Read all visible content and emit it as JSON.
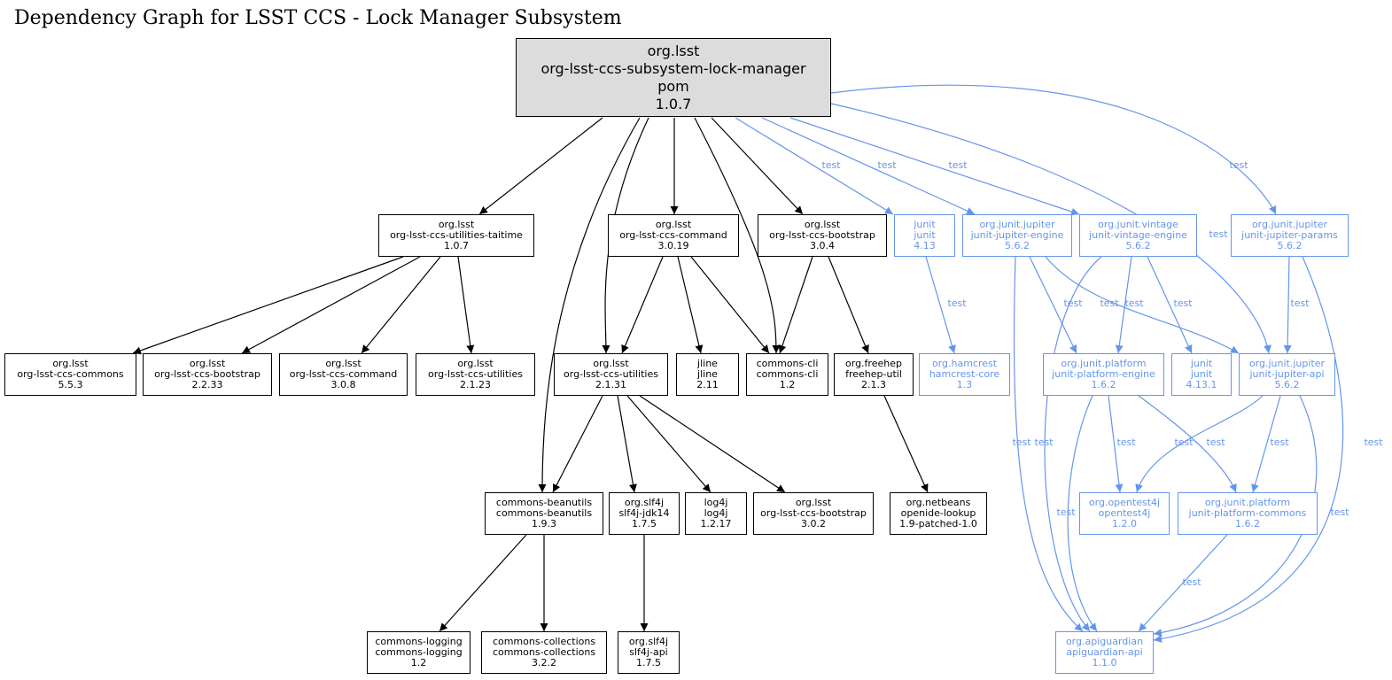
{
  "title": "Dependency Graph for LSST CCS - Lock Manager Subsystem",
  "colors": {
    "compile": "#000000",
    "test": "#6495ed",
    "root_fill": "#dcdcdc"
  },
  "edge_label_test": "test",
  "nodes": [
    {
      "id": "root",
      "lines": [
        "org.lsst",
        "org-lsst-ccs-subsystem-lock-manager",
        "pom",
        "1.0.7"
      ],
      "scope": "root"
    },
    {
      "id": "taitime",
      "lines": [
        "org.lsst",
        "org-lsst-ccs-utilities-taitime",
        "1.0.7"
      ],
      "scope": "compile"
    },
    {
      "id": "command3019",
      "lines": [
        "org.lsst",
        "org-lsst-ccs-command",
        "3.0.19"
      ],
      "scope": "compile"
    },
    {
      "id": "bootstrap304",
      "lines": [
        "org.lsst",
        "org-lsst-ccs-bootstrap",
        "3.0.4"
      ],
      "scope": "compile"
    },
    {
      "id": "junit413",
      "lines": [
        "junit",
        "junit",
        "4.13"
      ],
      "scope": "test"
    },
    {
      "id": "jupiterengine",
      "lines": [
        "org.junit.jupiter",
        "junit-jupiter-engine",
        "5.6.2"
      ],
      "scope": "test"
    },
    {
      "id": "vintageengine",
      "lines": [
        "org.junit.vintage",
        "junit-vintage-engine",
        "5.6.2"
      ],
      "scope": "test"
    },
    {
      "id": "jupiterparams",
      "lines": [
        "org.junit.jupiter",
        "junit-jupiter-params",
        "5.6.2"
      ],
      "scope": "test"
    },
    {
      "id": "commons553",
      "lines": [
        "org.lsst",
        "org-lsst-ccs-commons",
        "5.5.3"
      ],
      "scope": "compile"
    },
    {
      "id": "bootstrap2233",
      "lines": [
        "org.lsst",
        "org-lsst-ccs-bootstrap",
        "2.2.33"
      ],
      "scope": "compile"
    },
    {
      "id": "command308",
      "lines": [
        "org.lsst",
        "org-lsst-ccs-command",
        "3.0.8"
      ],
      "scope": "compile"
    },
    {
      "id": "utilities2123",
      "lines": [
        "org.lsst",
        "org-lsst-ccs-utilities",
        "2.1.23"
      ],
      "scope": "compile"
    },
    {
      "id": "utilities2131",
      "lines": [
        "org.lsst",
        "org-lsst-ccs-utilities",
        "2.1.31"
      ],
      "scope": "compile"
    },
    {
      "id": "jline",
      "lines": [
        "jline",
        "jline",
        "2.11"
      ],
      "scope": "compile"
    },
    {
      "id": "commonscli",
      "lines": [
        "commons-cli",
        "commons-cli",
        "1.2"
      ],
      "scope": "compile"
    },
    {
      "id": "freehep",
      "lines": [
        "org.freehep",
        "freehep-util",
        "2.1.3"
      ],
      "scope": "compile"
    },
    {
      "id": "hamcrest",
      "lines": [
        "org.hamcrest",
        "hamcrest-core",
        "1.3"
      ],
      "scope": "test"
    },
    {
      "id": "platformengine",
      "lines": [
        "org.junit.platform",
        "junit-platform-engine",
        "1.6.2"
      ],
      "scope": "test"
    },
    {
      "id": "junit4131",
      "lines": [
        "junit",
        "junit",
        "4.13.1"
      ],
      "scope": "test"
    },
    {
      "id": "jupiterapi",
      "lines": [
        "org.junit.jupiter",
        "junit-jupiter-api",
        "5.6.2"
      ],
      "scope": "test"
    },
    {
      "id": "beanutils",
      "lines": [
        "commons-beanutils",
        "commons-beanutils",
        "1.9.3"
      ],
      "scope": "compile"
    },
    {
      "id": "slf4jjdk14",
      "lines": [
        "org.slf4j",
        "slf4j-jdk14",
        "1.7.5"
      ],
      "scope": "compile"
    },
    {
      "id": "log4j",
      "lines": [
        "log4j",
        "log4j",
        "1.2.17"
      ],
      "scope": "compile"
    },
    {
      "id": "bootstrap302",
      "lines": [
        "org.lsst",
        "org-lsst-ccs-bootstrap",
        "3.0.2"
      ],
      "scope": "compile"
    },
    {
      "id": "openide",
      "lines": [
        "org.netbeans",
        "openide-lookup",
        "1.9-patched-1.0"
      ],
      "scope": "compile"
    },
    {
      "id": "opentest4j",
      "lines": [
        "org.opentest4j",
        "opentest4j",
        "1.2.0"
      ],
      "scope": "test"
    },
    {
      "id": "platformcommons",
      "lines": [
        "org.junit.platform",
        "junit-platform-commons",
        "1.6.2"
      ],
      "scope": "test"
    },
    {
      "id": "commonslogging",
      "lines": [
        "commons-logging",
        "commons-logging",
        "1.2"
      ],
      "scope": "compile"
    },
    {
      "id": "collections",
      "lines": [
        "commons-collections",
        "commons-collections",
        "3.2.2"
      ],
      "scope": "compile"
    },
    {
      "id": "slf4japi",
      "lines": [
        "org.slf4j",
        "slf4j-api",
        "1.7.5"
      ],
      "scope": "compile"
    },
    {
      "id": "apiguardian",
      "lines": [
        "org.apiguardian",
        "apiguardian-api",
        "1.1.0"
      ],
      "scope": "test"
    }
  ],
  "edges": [
    {
      "from": "root",
      "to": "taitime",
      "scope": "compile"
    },
    {
      "from": "root",
      "to": "command3019",
      "scope": "compile"
    },
    {
      "from": "root",
      "to": "bootstrap304",
      "scope": "compile"
    },
    {
      "from": "root",
      "to": "utilities2131",
      "scope": "compile"
    },
    {
      "from": "root",
      "to": "commonscli",
      "scope": "compile"
    },
    {
      "from": "root",
      "to": "beanutils",
      "scope": "compile"
    },
    {
      "from": "root",
      "to": "junit413",
      "scope": "test"
    },
    {
      "from": "root",
      "to": "jupiterengine",
      "scope": "test"
    },
    {
      "from": "root",
      "to": "vintageengine",
      "scope": "test"
    },
    {
      "from": "root",
      "to": "jupiterapi",
      "scope": "test"
    },
    {
      "from": "root",
      "to": "jupiterparams",
      "scope": "test"
    },
    {
      "from": "taitime",
      "to": "commons553",
      "scope": "compile"
    },
    {
      "from": "taitime",
      "to": "bootstrap2233",
      "scope": "compile"
    },
    {
      "from": "taitime",
      "to": "command308",
      "scope": "compile"
    },
    {
      "from": "taitime",
      "to": "utilities2123",
      "scope": "compile"
    },
    {
      "from": "command3019",
      "to": "utilities2131",
      "scope": "compile"
    },
    {
      "from": "command3019",
      "to": "jline",
      "scope": "compile"
    },
    {
      "from": "command3019",
      "to": "commonscli",
      "scope": "compile"
    },
    {
      "from": "bootstrap304",
      "to": "commonscli",
      "scope": "compile"
    },
    {
      "from": "bootstrap304",
      "to": "freehep",
      "scope": "compile"
    },
    {
      "from": "junit413",
      "to": "hamcrest",
      "scope": "test"
    },
    {
      "from": "jupiterengine",
      "to": "platformengine",
      "scope": "test"
    },
    {
      "from": "jupiterengine",
      "to": "jupiterapi",
      "scope": "test"
    },
    {
      "from": "jupiterengine",
      "to": "apiguardian",
      "scope": "test"
    },
    {
      "from": "vintageengine",
      "to": "platformengine",
      "scope": "test"
    },
    {
      "from": "vintageengine",
      "to": "junit4131",
      "scope": "test"
    },
    {
      "from": "vintageengine",
      "to": "apiguardian",
      "scope": "test"
    },
    {
      "from": "jupiterparams",
      "to": "jupiterapi",
      "scope": "test"
    },
    {
      "from": "jupiterparams",
      "to": "apiguardian",
      "scope": "test"
    },
    {
      "from": "utilities2131",
      "to": "beanutils",
      "scope": "compile"
    },
    {
      "from": "utilities2131",
      "to": "slf4jjdk14",
      "scope": "compile"
    },
    {
      "from": "utilities2131",
      "to": "log4j",
      "scope": "compile"
    },
    {
      "from": "utilities2131",
      "to": "bootstrap302",
      "scope": "compile"
    },
    {
      "from": "freehep",
      "to": "openide",
      "scope": "compile"
    },
    {
      "from": "platformengine",
      "to": "opentest4j",
      "scope": "test"
    },
    {
      "from": "platformengine",
      "to": "platformcommons",
      "scope": "test"
    },
    {
      "from": "platformengine",
      "to": "apiguardian",
      "scope": "test"
    },
    {
      "from": "jupiterapi",
      "to": "opentest4j",
      "scope": "test"
    },
    {
      "from": "jupiterapi",
      "to": "platformcommons",
      "scope": "test"
    },
    {
      "from": "jupiterapi",
      "to": "apiguardian",
      "scope": "test"
    },
    {
      "from": "platformcommons",
      "to": "apiguardian",
      "scope": "test"
    },
    {
      "from": "beanutils",
      "to": "commonslogging",
      "scope": "compile"
    },
    {
      "from": "beanutils",
      "to": "collections",
      "scope": "compile"
    },
    {
      "from": "slf4jjdk14",
      "to": "slf4japi",
      "scope": "compile"
    }
  ]
}
